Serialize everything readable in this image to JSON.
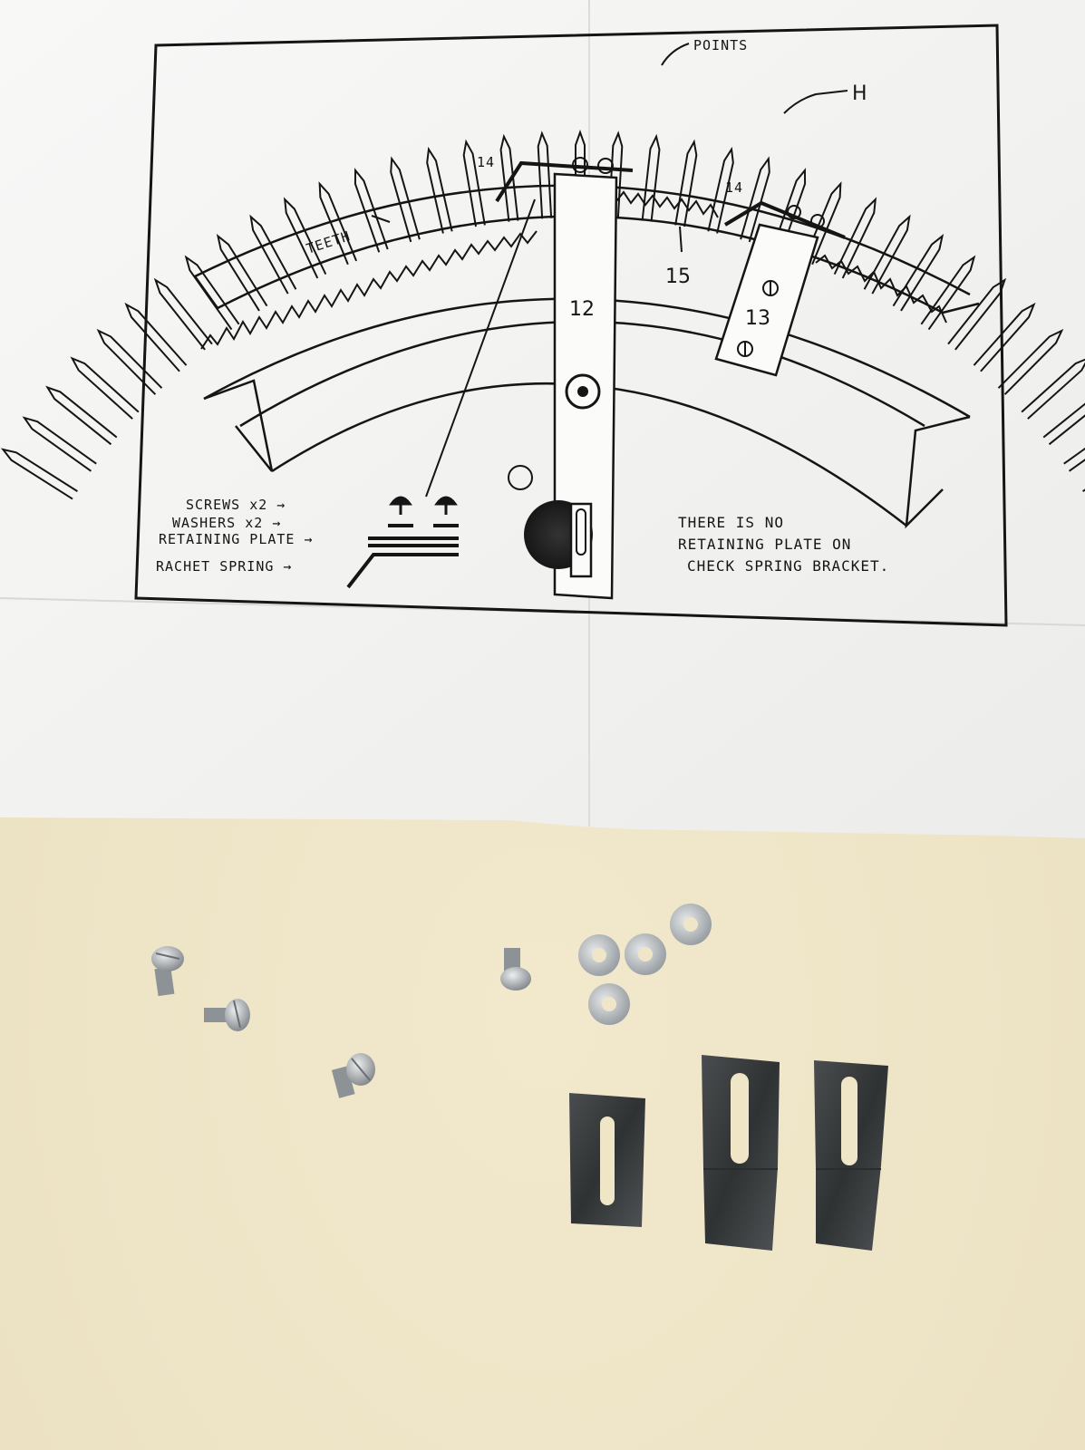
{
  "colors": {
    "tabletop": "#efe6c8",
    "paper": "#f7f7f5",
    "ink": "#151515",
    "steel": "#9a9ea2",
    "spring_metal": "#3a3d3e"
  },
  "diagram": {
    "label_points": "POINTS",
    "label_h": "H",
    "label_teeth": "TEETH",
    "label_14_left": "14",
    "label_14_right": "14",
    "label_15": "15",
    "label_12": "12",
    "label_13": "13",
    "legend": {
      "screws": "SCREWS x2 →",
      "washers": "WASHERS x2 →",
      "retaining_plate": "RETAINING PLATE →",
      "rachet_spring": "RACHET SPRING →"
    },
    "note": [
      "THERE IS NO",
      "RETAINING PLATE ON",
      "CHECK SPRING BRACKET."
    ]
  },
  "parts": {
    "screws": 4,
    "washers": 4,
    "plates": 3
  }
}
